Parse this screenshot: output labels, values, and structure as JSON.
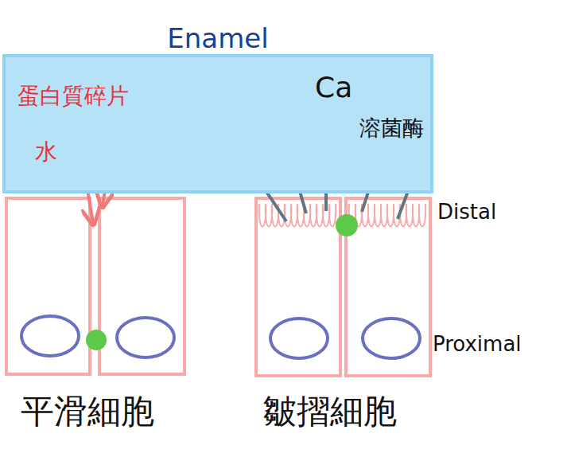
{
  "diagram": {
    "nodes": [
      {
        "text": [
          "Enamel"
        ]
      }
    ],
    "labels": [
      "蛋白質碎片",
      "水",
      "Ca",
      "溶菌酶",
      "Distal",
      "Proximal",
      "平滑細胞",
      "皺摺細胞"
    ]
  }
}
